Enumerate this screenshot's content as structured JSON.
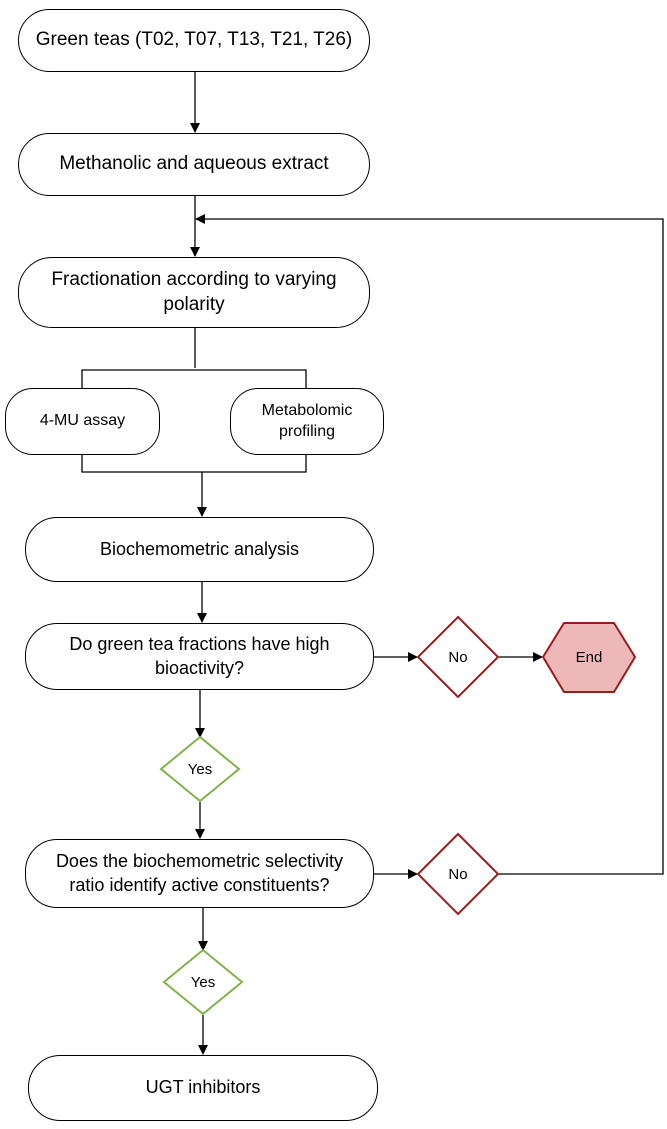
{
  "nodes": {
    "start": "Green teas (T02, T07, T13, T21, T26)",
    "extract": "Methanolic and aqueous extract",
    "fractionation": "Fractionation according to varying polarity",
    "assay": "4-MU assay",
    "metabolomic": "Metabolomic profiling",
    "analysis": "Biochemometric analysis",
    "question1": "Do green tea fractions have high bioactivity?",
    "question2": "Does the biochemometric selectivity ratio identify active constituents?",
    "result": "UGT inhibitors"
  },
  "decisions": {
    "no1": "No",
    "end": "End",
    "yes1": "Yes",
    "no2": "No",
    "yes2": "Yes"
  },
  "colors": {
    "no_stroke": "#9b1c1c",
    "yes_stroke": "#7fb34a",
    "end_fill": "#eeb8b8",
    "end_stroke": "#9b1c1c",
    "line": "#000000"
  }
}
